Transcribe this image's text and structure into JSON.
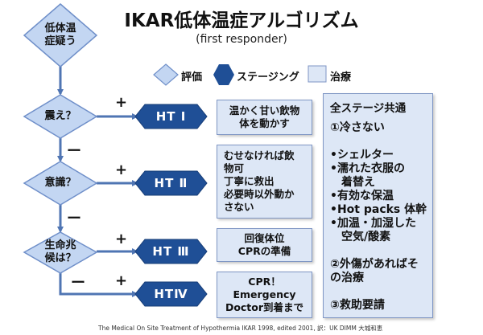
{
  "title": "IKAR低体温症アルゴリズム",
  "subtitle": "(first responder)",
  "legend": {
    "evaluation": "評価",
    "staging": "ステージング",
    "treatment": "治療"
  },
  "decisions": {
    "start": [
      "低体温",
      "症疑う"
    ],
    "shivering": "震え？",
    "consciousness": "意識？",
    "vital_signs": [
      "生命兆",
      "候は？"
    ]
  },
  "stages": {
    "ht1": "HT Ⅰ",
    "ht2": "HT Ⅱ",
    "ht3": "HT Ⅲ",
    "ht4": "HTⅣ"
  },
  "treatments": {
    "ht1": [
      "温かく甘い飲物",
      "体を動かす"
    ],
    "ht2": [
      "むせなければ飲",
      "物可",
      "丁寧に救出",
      "必要時以外動か",
      "さない"
    ],
    "ht3": [
      "回復体位",
      "CPRの準備"
    ],
    "ht4": [
      "CPR！",
      "Emergency",
      "Doctor到着まで"
    ]
  },
  "signs": {
    "plus": "+",
    "minus": "ー"
  },
  "common": {
    "header": "全ステージ共通",
    "items": [
      "①冷さない",
      "",
      "•シェルター",
      "•濡れた衣服の",
      "　着替え",
      "•有効な保温",
      "•Hot packs 体幹",
      "•加温・加湿した",
      "　空気/酸素",
      "",
      "②外傷があればそ",
      "の治療",
      "",
      "③救助要請"
    ]
  },
  "footer": "The Medical On Site Treatment of Hypothermia IKAR 1998, edited 2001,   訳：UK DIMM 大城和恵",
  "colors": {
    "diamond_fill": "#c3d6f2",
    "diamond_stroke": "#6f8fc9",
    "hexagon_fill": "#1f4f96",
    "box_fill": "#dde7f6",
    "arrow": "#4f75b3"
  }
}
